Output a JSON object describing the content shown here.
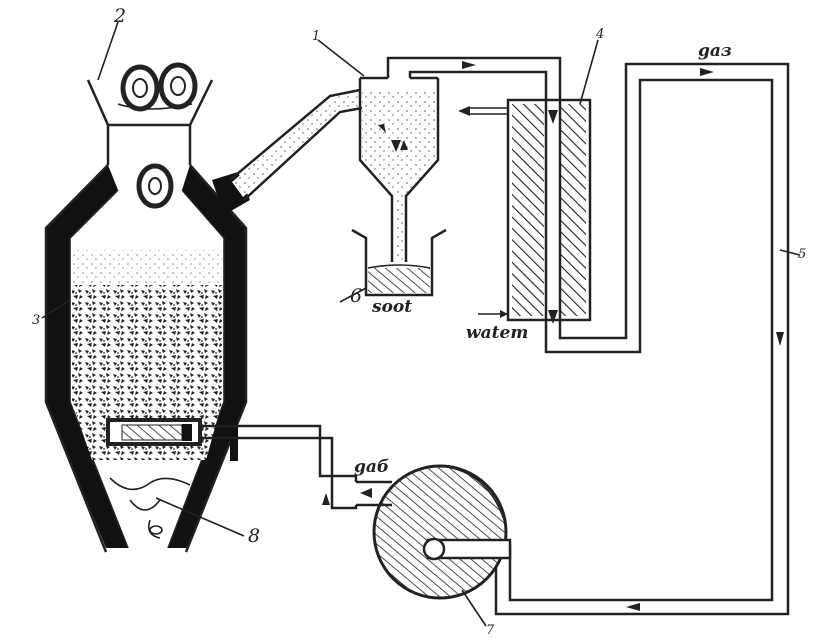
{
  "labels": {
    "soot": "soot",
    "water": "wateт",
    "gas_top": "gaз",
    "gas_bottom": "gaб"
  },
  "numbers": {
    "n2": "2",
    "n1": "1",
    "n4": "4",
    "n5": "5",
    "n6": "6",
    "n3": "3",
    "n8": "8",
    "n7": "7"
  },
  "colors": {
    "ink": "#222222",
    "paper": "#ffffff"
  }
}
